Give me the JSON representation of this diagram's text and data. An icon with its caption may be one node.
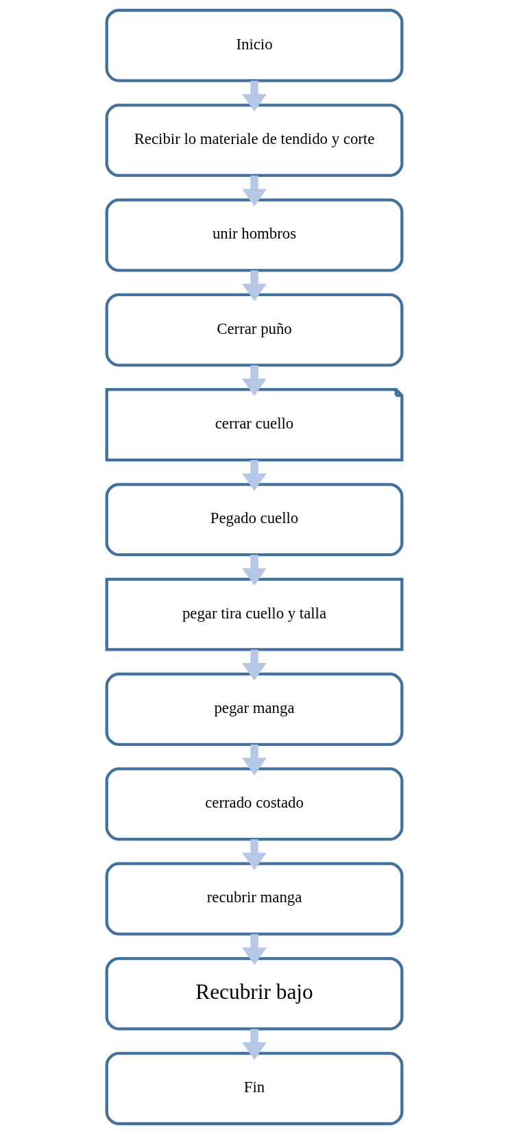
{
  "diagram": {
    "nodes": [
      {
        "text": [
          "Inicio"
        ]
      },
      {
        "text": [
          "Recibir lo materiale de tendido y corte"
        ]
      },
      {
        "text": [
          "unir hombros"
        ]
      },
      {
        "text": [
          "Cerrar puño"
        ]
      },
      {
        "text": [
          "cerrar cuello"
        ]
      },
      {
        "text": [
          "Pegado cuello"
        ]
      },
      {
        "text": [
          "pegar tira cuello y talla"
        ]
      },
      {
        "text": [
          "pegar manga"
        ]
      },
      {
        "text": [
          "cerrado costado"
        ]
      },
      {
        "text": [
          "recubrir manga"
        ]
      },
      {
        "text": [
          "Recubrir bajo"
        ]
      },
      {
        "text": [
          "Fin"
        ]
      }
    ],
    "edges": [
      {
        "from": 0,
        "to": 1,
        "arrow": "to"
      },
      {
        "from": 1,
        "to": 2,
        "arrow": "to"
      },
      {
        "from": 2,
        "to": 3,
        "arrow": "to"
      },
      {
        "from": 3,
        "to": 4,
        "arrow": "to"
      },
      {
        "from": 4,
        "to": 5,
        "arrow": "to"
      },
      {
        "from": 5,
        "to": 6,
        "arrow": "to"
      },
      {
        "from": 6,
        "to": 7,
        "arrow": "to"
      },
      {
        "from": 7,
        "to": 8,
        "arrow": "to"
      },
      {
        "from": 8,
        "to": 9,
        "arrow": "to"
      },
      {
        "from": 9,
        "to": 10,
        "arrow": "to"
      },
      {
        "from": 10,
        "to": 11,
        "arrow": "to"
      }
    ]
  }
}
